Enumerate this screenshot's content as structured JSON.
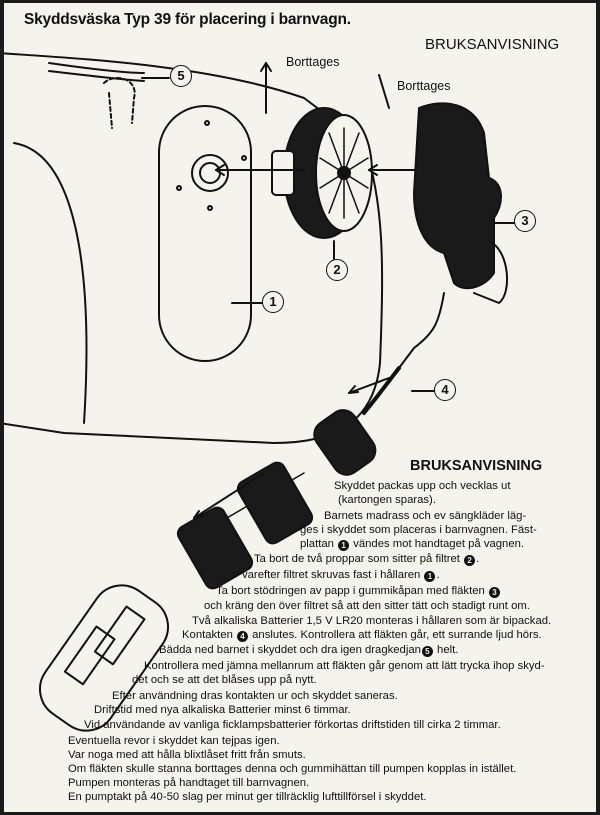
{
  "title": "Skyddsväska Typ 39 för placering i barnvagn.",
  "brand_label": "BRUKSANVISNING",
  "callouts": {
    "borttages_1": "Borttages",
    "borttages_2": "Borttages",
    "n1": "1",
    "n2": "2",
    "n3": "3",
    "n4": "4",
    "n5": "5"
  },
  "instructions": {
    "heading": "BRUKSANVISNING",
    "l01": "Skyddet packas upp och vecklas ut",
    "l02": "(kartongen sparas).",
    "l03": "Barnets madrass och ev sängkläder läg-",
    "l04": "ges i skyddet som placeras i barnvagnen. Fäst-",
    "l05a": "plattan ",
    "l05b": " vändes mot handtaget på vagnen.",
    "l06a": "Ta bort de två proppar som sitter på filtret ",
    "l06b": ".",
    "l07a": "varefter filtret skruvas fast i hållaren ",
    "l07b": ".",
    "l08a": "Ta bort stödringen av papp i gummikåpan med fläkten ",
    "l09": "och kräng den över filtret så att den sitter tätt och stadigt runt om.",
    "l10": "Två alkaliska Batterier 1,5 V LR20 monteras i hållaren som är bipackad.",
    "l11a": "Kontakten ",
    "l11b": " anslutes. Kontrollera att fläkten går, ett surrande ljud hörs.",
    "l12a": "Bädda ned barnet i skyddet och dra igen dragkedjan",
    "l12b": " helt.",
    "l13": "Kontrollera med jämna mellanrum att fläkten går genom att lätt trycka ihop skyd-",
    "l14": "det och se att det blåses upp på nytt.",
    "l15": "Efter användning dras kontakten ur och skyddet saneras.",
    "l16": "Driftstid med nya alkaliska Batterier minst 6 timmar.",
    "l17": "Vid användande av vanliga ficklampsbatterier förkortas driftstiden till cirka 2 timmar.",
    "l18": "Eventuella revor i skyddet kan tejpas igen.",
    "l19": "Var noga med att hålla blixtlåset fritt från smuts.",
    "l20": "Om fläkten skulle stanna borttages denna och gummihättan till pumpen kopplas in istället.",
    "l21": "Pumpen monteras på handtaget till barnvagnen.",
    "l22": "En pumptakt på 40-50 slag per minut ger tillräcklig lufttillförsel i skyddet.",
    "ref1": "1",
    "ref2": "2",
    "ref3": "3",
    "ref4": "4",
    "ref5": "5"
  }
}
